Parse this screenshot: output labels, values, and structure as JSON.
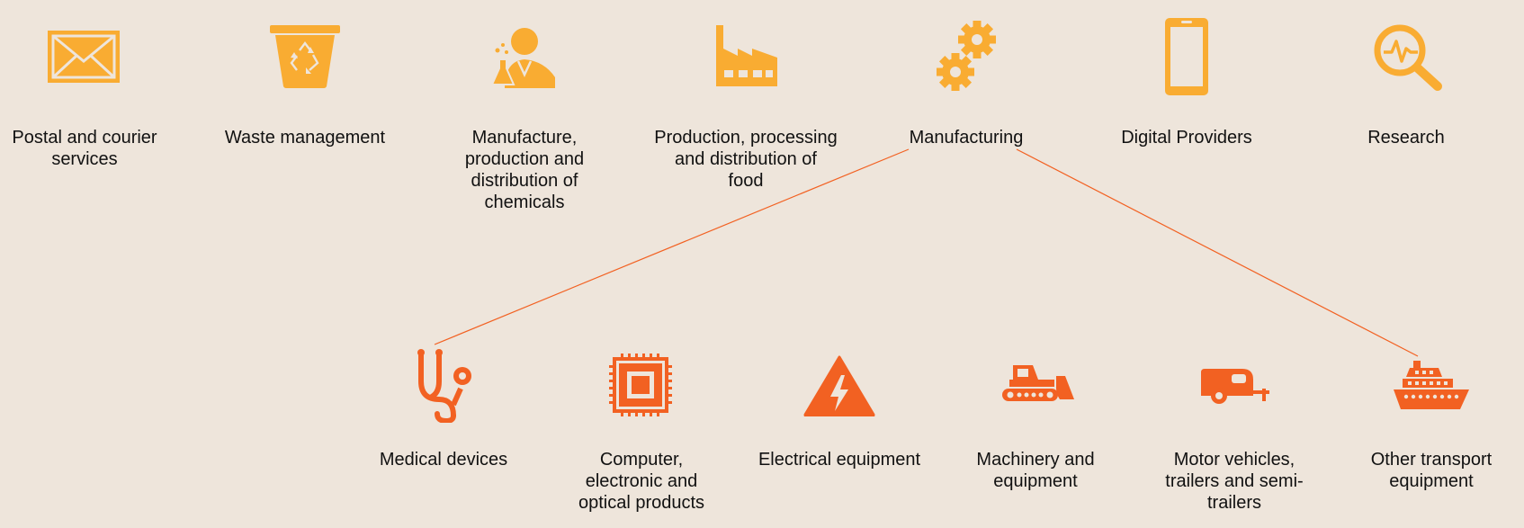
{
  "colors": {
    "background": "#EEE5DB",
    "sector_icon": "#F9AC32",
    "subsector_icon": "#F26122",
    "connector": "#F26122"
  },
  "sectors": [
    {
      "icon": "envelope-icon",
      "label": "Postal and courier\nservices"
    },
    {
      "icon": "recycle-bin-icon",
      "label": "Waste management"
    },
    {
      "icon": "chemist-icon",
      "label": "Manufacture,\nproduction and\ndistribution of\nchemicals"
    },
    {
      "icon": "factory-icon",
      "label": "Production, processing\nand distribution of\nfood"
    },
    {
      "icon": "gears-icon",
      "label": "Manufacturing"
    },
    {
      "icon": "smartphone-icon",
      "label": "Digital Providers"
    },
    {
      "icon": "magnifier-pulse-icon",
      "label": "Research"
    }
  ],
  "subsectors": [
    {
      "icon": "stethoscope-icon",
      "label": "Medical devices"
    },
    {
      "icon": "microchip-icon",
      "label": "Computer,\nelectronic and\noptical products"
    },
    {
      "icon": "high-voltage-icon",
      "label": "Electrical equipment"
    },
    {
      "icon": "bulldozer-icon",
      "label": "Machinery and\nequipment"
    },
    {
      "icon": "caravan-icon",
      "label": "Motor vehicles,\ntrailers and semi-\ntrailers"
    },
    {
      "icon": "ship-icon",
      "label": "Other transport\nequipment"
    }
  ]
}
